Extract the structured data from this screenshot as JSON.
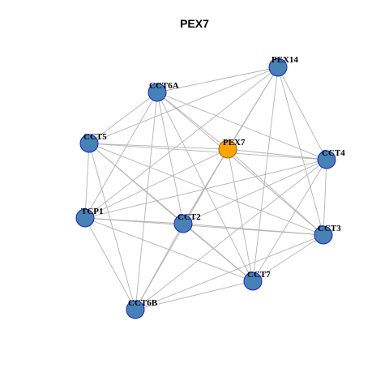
{
  "title": "PEX7",
  "colors": {
    "node": "#4682B4",
    "node_border": "#1c1cd8",
    "center_node": "#FFA500",
    "center_border": "#8a6a00",
    "edge": "#b3b3b3"
  },
  "nodes": [
    {
      "id": "PEX14",
      "label": "PEX14",
      "center": false
    },
    {
      "id": "CCT6A",
      "label": "CCT6A",
      "center": false
    },
    {
      "id": "CCT5",
      "label": "CCT5",
      "center": false
    },
    {
      "id": "PEX7",
      "label": "PEX7",
      "center": true
    },
    {
      "id": "CCT4",
      "label": "CCT4",
      "center": false
    },
    {
      "id": "TCP1",
      "label": "TCP1",
      "center": false
    },
    {
      "id": "CCT2",
      "label": "CCT2",
      "center": false
    },
    {
      "id": "CCT3",
      "label": "CCT3",
      "center": false
    },
    {
      "id": "CCT7",
      "label": "CCT7",
      "center": false
    },
    {
      "id": "CCT6B",
      "label": "CCT6B",
      "center": false
    }
  ],
  "edges": [
    [
      "PEX14",
      "CCT6A"
    ],
    [
      "PEX14",
      "PEX7"
    ],
    [
      "PEX14",
      "CCT4"
    ],
    [
      "PEX14",
      "CCT3"
    ],
    [
      "PEX14",
      "CCT7"
    ],
    [
      "PEX14",
      "CCT5"
    ],
    [
      "PEX14",
      "CCT2"
    ],
    [
      "PEX14",
      "TCP1"
    ],
    [
      "CCT6A",
      "PEX7"
    ],
    [
      "CCT6A",
      "CCT4"
    ],
    [
      "CCT6A",
      "CCT3"
    ],
    [
      "CCT6A",
      "CCT7"
    ],
    [
      "CCT6A",
      "CCT2"
    ],
    [
      "CCT6A",
      "TCP1"
    ],
    [
      "CCT6A",
      "CCT6B"
    ],
    [
      "CCT6A",
      "CCT5"
    ],
    [
      "CCT5",
      "PEX7"
    ],
    [
      "CCT5",
      "CCT4"
    ],
    [
      "CCT5",
      "CCT3"
    ],
    [
      "CCT5",
      "CCT2"
    ],
    [
      "CCT5",
      "CCT7"
    ],
    [
      "CCT5",
      "TCP1"
    ],
    [
      "CCT5",
      "CCT6B"
    ],
    [
      "PEX7",
      "CCT4"
    ],
    [
      "PEX7",
      "CCT3"
    ],
    [
      "PEX7",
      "CCT7"
    ],
    [
      "PEX7",
      "CCT2"
    ],
    [
      "PEX7",
      "TCP1"
    ],
    [
      "PEX7",
      "CCT6B"
    ],
    [
      "CCT4",
      "CCT3"
    ],
    [
      "CCT4",
      "CCT2"
    ],
    [
      "CCT4",
      "TCP1"
    ],
    [
      "CCT4",
      "CCT6B"
    ],
    [
      "CCT4",
      "CCT7"
    ],
    [
      "TCP1",
      "CCT2"
    ],
    [
      "TCP1",
      "CCT3"
    ],
    [
      "TCP1",
      "CCT7"
    ],
    [
      "TCP1",
      "CCT6B"
    ],
    [
      "CCT2",
      "CCT3"
    ],
    [
      "CCT2",
      "CCT7"
    ],
    [
      "CCT2",
      "CCT6B"
    ],
    [
      "CCT3",
      "CCT7"
    ],
    [
      "CCT3",
      "CCT6B"
    ],
    [
      "CCT7",
      "CCT6B"
    ]
  ]
}
